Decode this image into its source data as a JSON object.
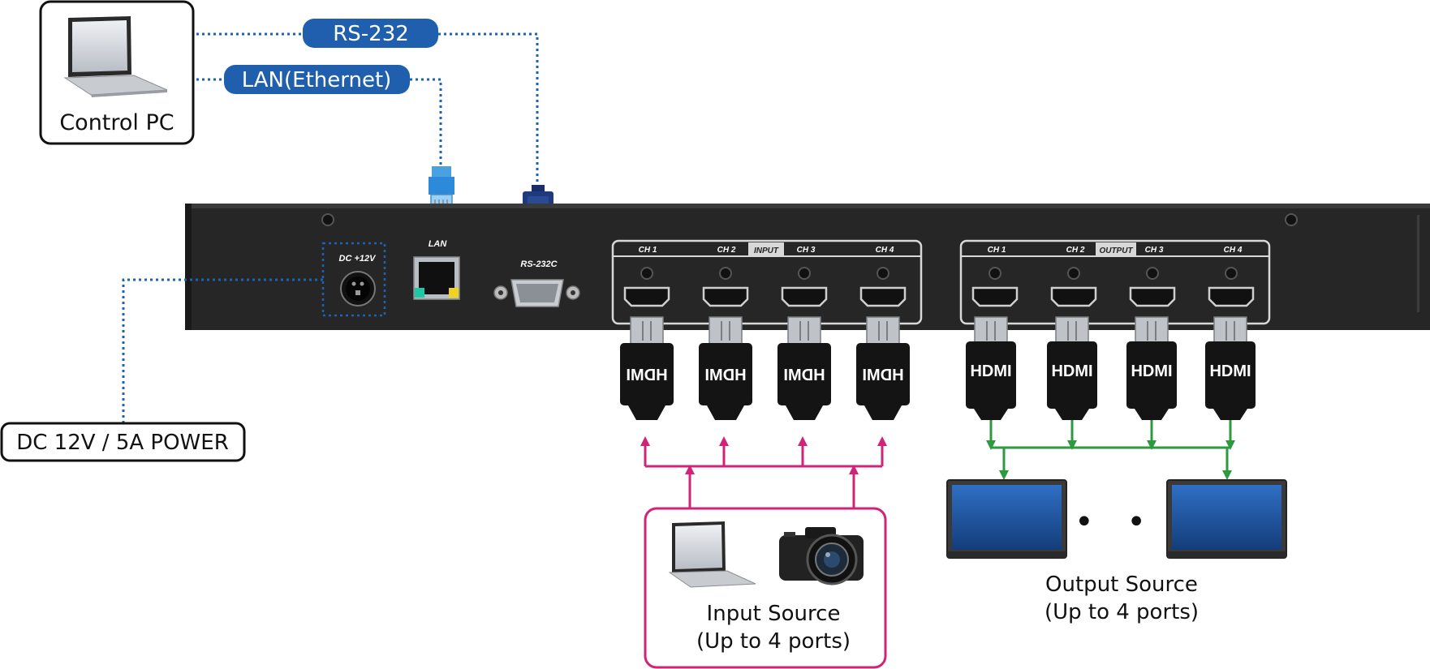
{
  "control_pc": {
    "label": "Control PC"
  },
  "links": {
    "rs232": "RS-232",
    "lan": "LAN(Ethernet)"
  },
  "power": {
    "label": "DC 12V / 5A POWER",
    "port_label": "DC +12V"
  },
  "device": {
    "lan_label": "LAN",
    "rs232c_label": "RS-232C",
    "input_label": "INPUT",
    "output_label": "OUTPUT",
    "input_channels": [
      "CH 1",
      "CH 2",
      "CH 3",
      "CH 4"
    ],
    "output_channels": [
      "CH 1",
      "CH 2",
      "CH 3",
      "CH 4"
    ]
  },
  "hdmi_logo": "HDMI",
  "input_source": {
    "line1": "Input Source",
    "line2": "(Up to 4 ports)"
  },
  "output_source": {
    "line1": "Output Source",
    "line2": "(Up to 4 ports)",
    "ellipsis": "• •"
  },
  "colors": {
    "blue": "#1f5fae",
    "dotted": "#1c63b4",
    "magenta": "#d0237a",
    "green": "#2e9a40",
    "panel": "#262626"
  }
}
